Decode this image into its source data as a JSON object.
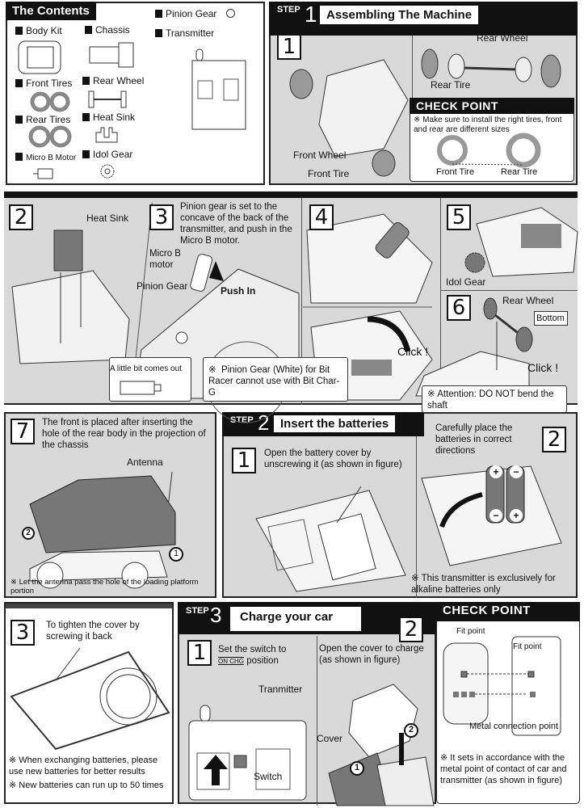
{
  "contents": {
    "title": "The Contents",
    "items": [
      "Body Kit",
      "Chassis",
      "Pinion Gear",
      "Transmitter",
      "Front Tires",
      "Rear Wheel",
      "Rear Tires",
      "Heat Sink",
      "Micro B Motor",
      "Idol Gear"
    ]
  },
  "step1": {
    "step": "STEP",
    "num": "1",
    "title": "Assembling The Machine",
    "sub_num": "1",
    "labels": {
      "rear_wheel": "Rear Wheel",
      "rear_tire": "Rear Tire",
      "front_wheel": "Front Wheel",
      "front_tire": "Front Tire"
    },
    "check": {
      "title": "CHECK POINT",
      "note": "Make sure to install the right tires, front and rear are different sizes",
      "front": "Front Tire",
      "rear": "Rear Tire"
    }
  },
  "mid": {
    "s2": {
      "num": "2",
      "label": "Heat Sink"
    },
    "s3": {
      "num": "3",
      "text": "Pinion gear is set to the concave of the back of the transmitter, and push in the Micro B motor.",
      "motor": "Micro B motor",
      "pinion": "Pinion Gear",
      "push": "Push In",
      "bit": "A little bit comes out",
      "note": "Pinion Gear (White) for Bit Racer cannot use with Bit Char-G"
    },
    "s4": {
      "num": "4",
      "click": "Click !"
    },
    "s5": {
      "num": "5",
      "label": "Idol Gear"
    },
    "s6": {
      "num": "6",
      "rear": "Rear Wheel",
      "bottom": "Bottom",
      "click": "Click !",
      "note": "Attention: DO NOT bend the shaft"
    }
  },
  "s7": {
    "num": "7",
    "text": "The front is placed after inserting the hole of the rear body in the projection of the chassis",
    "antenna": "Antenna",
    "c1": "1",
    "c2": "2",
    "note": "Let the antenna pass the hole of the loading platform portion"
  },
  "step2": {
    "step": "STEP",
    "num": "2",
    "title": "Insert the batteries",
    "p1": {
      "num": "1",
      "text": "Open the battery cover by unscrewing it (as shown in figure)"
    },
    "p2": {
      "num": "2",
      "text": "Carefully place the batteries in correct directions",
      "plus": "+",
      "minus": "−",
      "note": "This transmitter is exclusively for alkaline batteries only"
    }
  },
  "s3b": {
    "num": "3",
    "text": "To tighten the cover by screwing it back",
    "notes": [
      "When exchanging batteries, please use new batteries for better results",
      "New batteries can run up to 50 times"
    ]
  },
  "step3": {
    "step": "STEP",
    "num": "3",
    "title": "Charge your car",
    "p1": {
      "num": "1",
      "text_a": "Set the switch to",
      "switch_pos": "ON CHG",
      "text_b": "position",
      "transmitter": "Tranmitter",
      "switch": "Switch"
    },
    "p2": {
      "num": "2",
      "text": "Open the cover to charge (as shown in figure)",
      "cover": "Cover",
      "c1": "1",
      "c2": "2"
    }
  },
  "check3": {
    "title": "CHECK POINT",
    "fit1": "Fit point",
    "fit2": "Fit point",
    "metal": "Metal connection point",
    "note": "It sets in accordance with the metal point of contact of car and transmitter (as shown in figure)"
  },
  "mark": "※"
}
